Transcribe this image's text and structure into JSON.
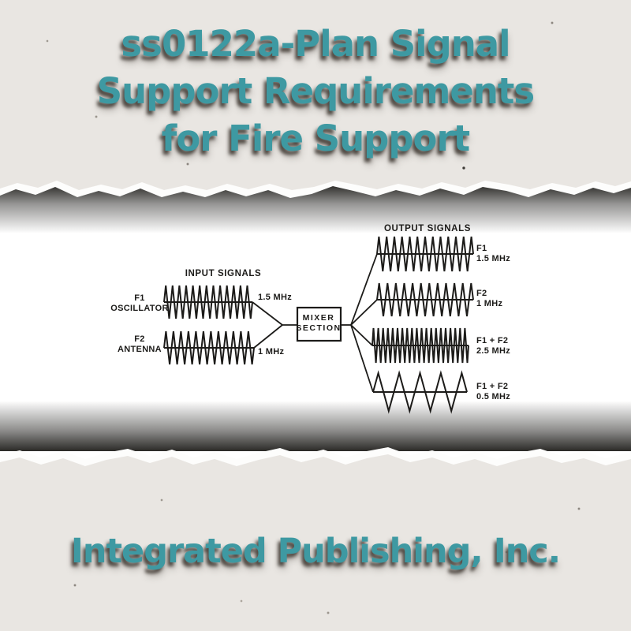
{
  "header": {
    "title_lines": [
      "ss0122a-Plan Signal",
      "Support Requirements",
      "for Fire Support"
    ]
  },
  "footer": {
    "company": "Integrated Publishing, Inc."
  },
  "colors": {
    "accent_teal": "#3e99a2",
    "paper_gray": "#e9e6e2",
    "ink": "#1c1b19"
  },
  "diagram": {
    "input_section_title": "INPUT SIGNALS",
    "output_section_title": "OUTPUT SIGNALS",
    "mixer_box_lines": [
      "MIXER",
      "SECTION"
    ],
    "inputs": [
      {
        "id": "f1-oscillator",
        "source_lines": [
          "F1",
          "OSCILLATOR"
        ],
        "frequency": "1.5 MHz",
        "cycles": 13
      },
      {
        "id": "f2-antenna",
        "source_lines": [
          "F2",
          "ANTENNA"
        ],
        "frequency": "1 MHz",
        "cycles": 12
      }
    ],
    "outputs": [
      {
        "id": "f1",
        "label_lines": [
          "F1",
          "1.5 MHz"
        ],
        "cycles": 12.5
      },
      {
        "id": "f2",
        "label_lines": [
          "F2",
          "1 MHz"
        ],
        "cycles": 11.5
      },
      {
        "id": "f1-plus-f2-sum",
        "label_lines": [
          "F1 + F2",
          "2.5 MHz"
        ],
        "cycles": 20
      },
      {
        "id": "f1-plus-f2-diff",
        "label_lines": [
          "F1 + F2",
          "0.5 MHz"
        ],
        "cycles": 4.5
      }
    ]
  }
}
